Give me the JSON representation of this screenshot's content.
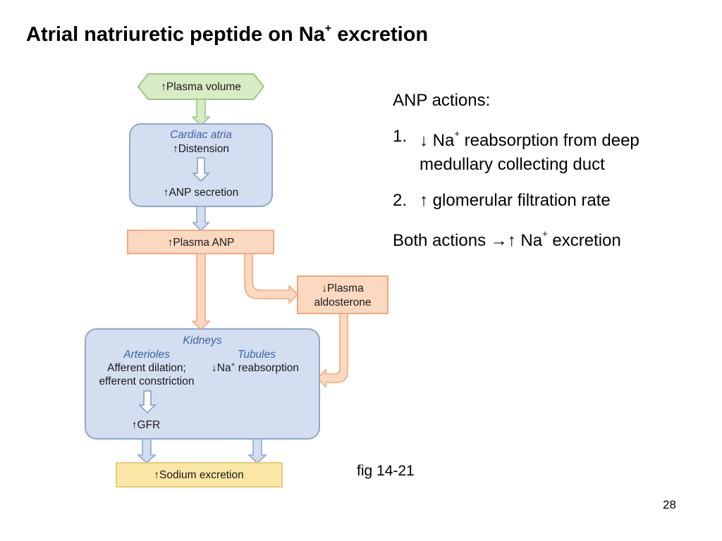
{
  "title": {
    "main": "Atrial natriuretic peptide on Na",
    "sup": "+",
    "tail": " excretion"
  },
  "diagram": {
    "plasma_volume": "↑Plasma volume",
    "cardiac_atria": "Cardiac atria",
    "distension": "↑Distension",
    "anp_secretion": "↑ANP secretion",
    "plasma_anp": "↑Plasma ANP",
    "plasma_aldosterone_1": "↓Plasma",
    "plasma_aldosterone_2": "aldosterone",
    "kidneys": "Kidneys",
    "arterioles": "Arterioles",
    "tubules": "Tubules",
    "afferent": "Afferent dilation;",
    "efferent": "efferent constriction",
    "na_reabs_pre": "↓Na",
    "na_reabs_sup": "+",
    "na_reabs_post": " reabsorption",
    "gfr": "↑GFR",
    "sodium_excretion": "↑Sodium excretion",
    "colors": {
      "green_fill": "#d7ebc4",
      "green_stroke": "#9cc685",
      "blue_fill": "#d3def0",
      "blue_stroke": "#8ea6cf",
      "orange_fill": "#fbd8c0",
      "orange_stroke": "#f1a97c",
      "yellow_fill": "#fbe7a6",
      "yellow_stroke": "#e9cc72"
    }
  },
  "actions": {
    "heading": "ANP actions:",
    "item1_num": "1.",
    "item1_arrow": "↓",
    "item1_na": " Na",
    "item1_sup": "+",
    "item1_rest": " reabsorption from deep medullary collecting duct",
    "item2_num": "2.",
    "item2_arrow": "↑",
    "item2_rest": " glomerular filtration rate",
    "both_pre": "Both actions ",
    "both_arrows": "→↑",
    "both_na": " Na",
    "both_sup": "+",
    "both_post": " excretion"
  },
  "fig_label": "fig 14-21",
  "page_number": "28"
}
